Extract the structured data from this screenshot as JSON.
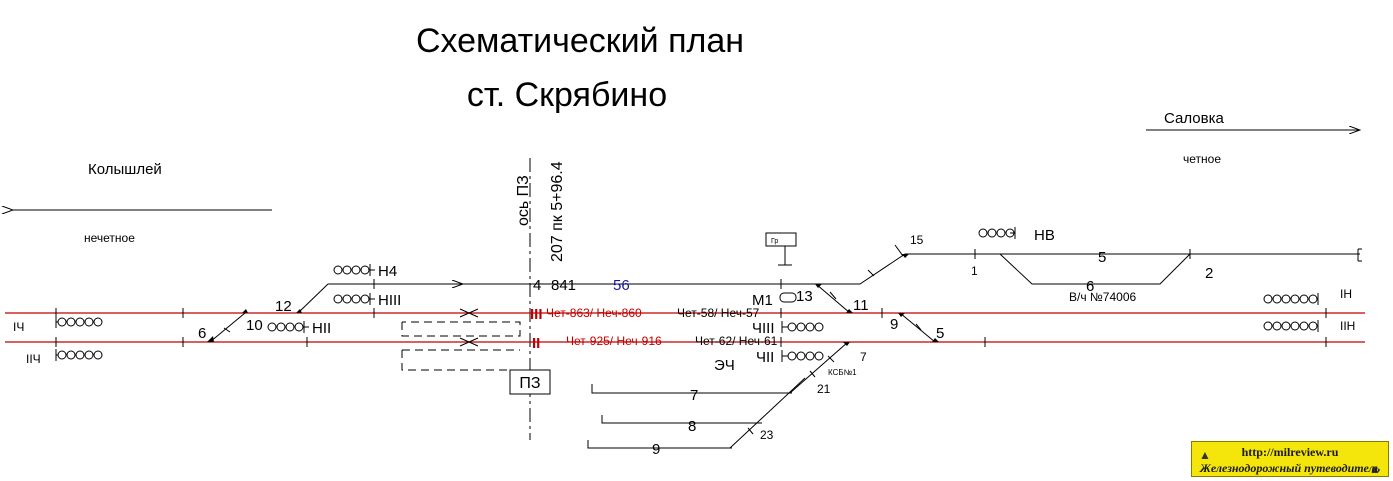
{
  "title": {
    "line1": "Схематический план",
    "line2": "ст. Скрябино"
  },
  "directions": {
    "left_name": "Колышлей",
    "left_parity": "нечетное",
    "right_name": "Саловка",
    "right_parity": "четное"
  },
  "axis": {
    "label": "ось ПЗ",
    "km": "207 пк 5+96.4"
  },
  "tracks": {
    "track4": "4",
    "track4_len": "841",
    "track4_cap": "56",
    "track5": "5",
    "track6": "6",
    "track7": "7",
    "track8": "8",
    "track9": "9",
    "main_I": "III",
    "main_II": "II",
    "t1": "1",
    "t2": "2",
    "main_I_right": "IН",
    "main_II_right": "IIН",
    "main_I_left": "IЧ",
    "main_II_left": "IIЧ"
  },
  "ranges": {
    "r1": "Чет-863/ Неч-860",
    "r2": "Чет-58/ Неч-57",
    "r3": "Чет-925/ Неч-916",
    "r4": "Чет-62/ Неч-61"
  },
  "signals": {
    "N4": "Н4",
    "NIII": "НIII",
    "NII": "НII",
    "M1": "М1",
    "ChIII": "ЧIII",
    "ChII": "ЧII",
    "NV": "НВ"
  },
  "switches": {
    "s6": "6",
    "s10": "10",
    "s12": "12",
    "s13": "13",
    "s11": "11",
    "s9": "9",
    "s5": "5",
    "s15": "15",
    "s7": "7",
    "s21": "21",
    "s23": "23"
  },
  "labels": {
    "pz": "ПЗ",
    "ech": "ЭЧ",
    "vch": "В/ч №74006",
    "ksb": "КСБ№1",
    "grm": "Гр"
  },
  "badge": {
    "url": "http://milreview.ru",
    "text": "Железнодорожный путеводитель"
  },
  "colors": {
    "main_track": "#c00000",
    "badge_bg": "#f4e60a",
    "cap_blue": "#1a1a9a"
  }
}
